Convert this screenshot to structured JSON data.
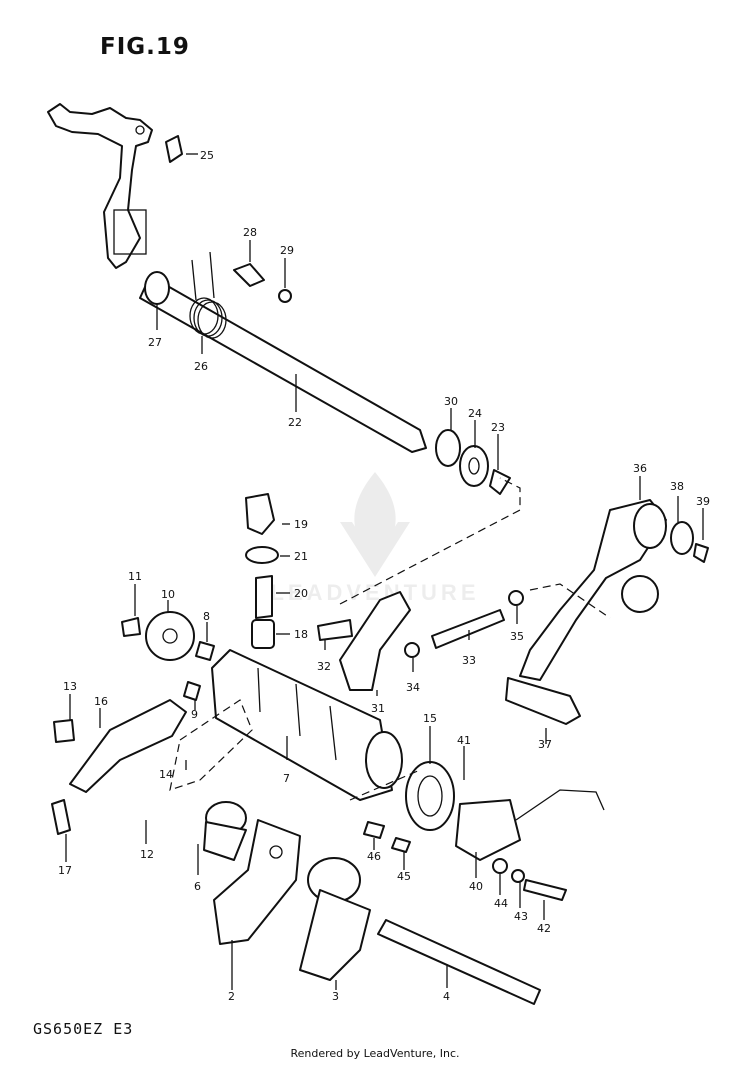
{
  "figure_title": "FIG.19",
  "model_code": "GS650EZ E3",
  "footer_credit": "Rendered by LeadVenture, Inc.",
  "watermark_text": "LEADVENTURE",
  "callouts": [
    "25",
    "28",
    "29",
    "27",
    "26",
    "22",
    "30",
    "24",
    "23",
    "36",
    "38",
    "39",
    "19",
    "21",
    "20",
    "18",
    "11",
    "10",
    "8",
    "32",
    "31",
    "34",
    "33",
    "35",
    "37",
    "13",
    "16",
    "9",
    "15",
    "41",
    "7",
    "46",
    "45",
    "40",
    "44",
    "43",
    "42",
    "12",
    "6",
    "2",
    "3",
    "4",
    "17",
    "14"
  ]
}
